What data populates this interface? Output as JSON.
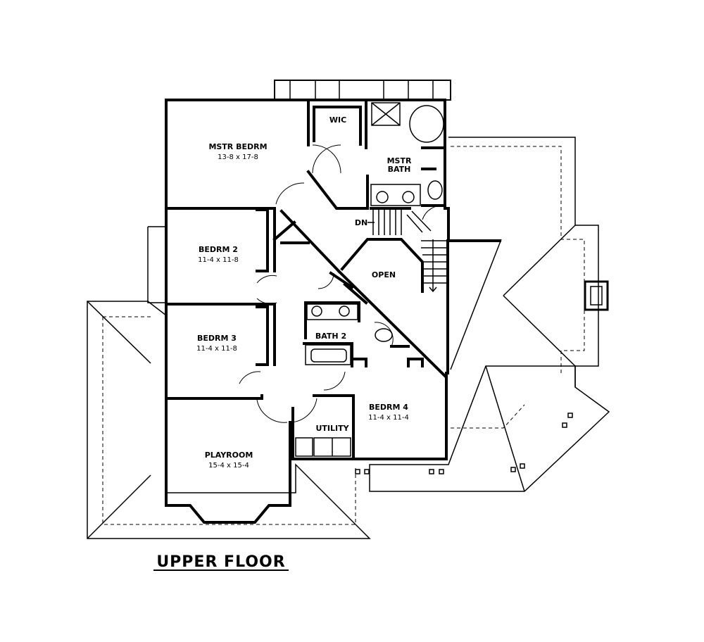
{
  "title": "UPPER FLOOR",
  "rooms": {
    "mstr_bedrm": {
      "name": "MSTR BEDRM",
      "dim": "13-8 x 17-8"
    },
    "wic": {
      "name": "WIC"
    },
    "mstr_bath": {
      "name_line1": "MSTR",
      "name_line2": "BATH"
    },
    "bedrm2": {
      "name": "BEDRM 2",
      "dim": "11-4 x 11-8"
    },
    "bedrm3": {
      "name": "BEDRM 3",
      "dim": "11-4 x 11-8"
    },
    "playroom": {
      "name": "PLAYROOM",
      "dim": "15-4 x 15-4"
    },
    "bath2": {
      "name": "BATH 2"
    },
    "utility": {
      "name": "UTILITY"
    },
    "bedrm4": {
      "name": "BEDRM 4",
      "dim": "11-4 x 11-4"
    },
    "open": {
      "name": "OPEN"
    },
    "stair_dn": {
      "name": "DN"
    }
  }
}
